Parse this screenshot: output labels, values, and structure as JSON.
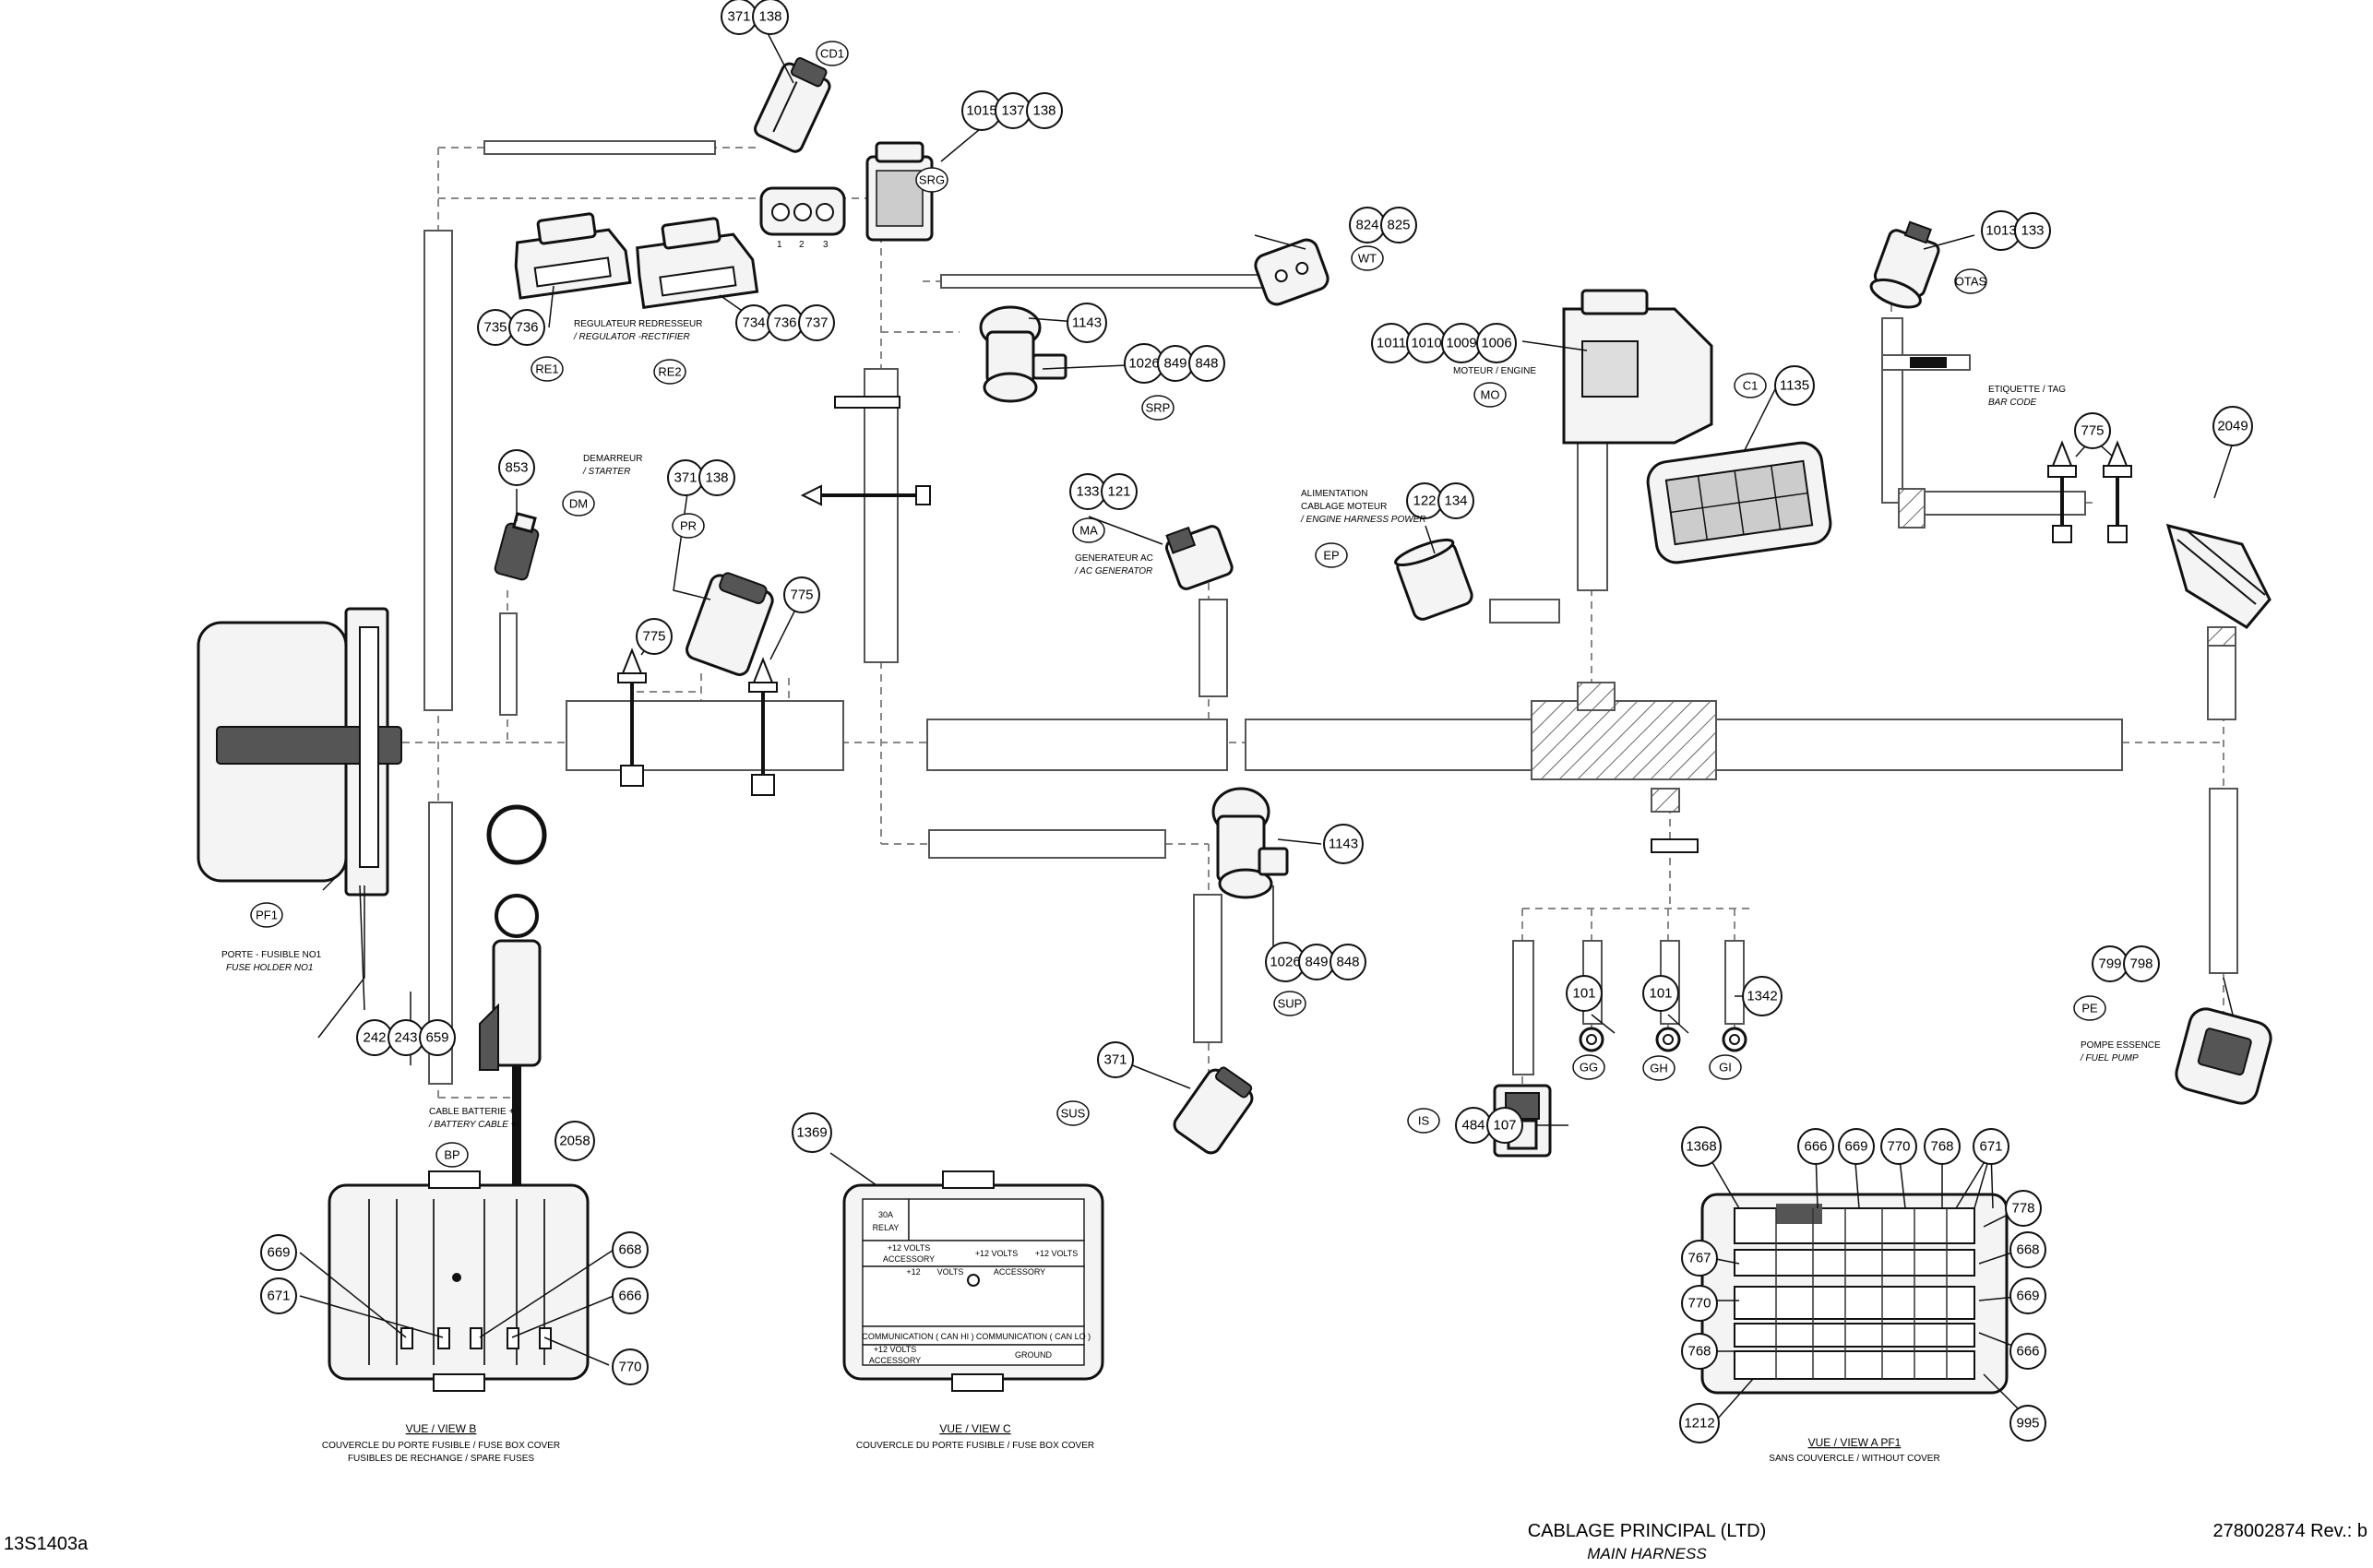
{
  "footer": {
    "left_code": "13S1403a",
    "title": "CABLAGE PRINCIPAL (LTD)",
    "subtitle": "MAIN HARNESS",
    "right_code": "278002874 Rev.: b"
  },
  "notes": {
    "regulateur_fr": "REGULATEUR -",
    "redresseur_fr": "REDRESSEUR",
    "regulateur_en": "/ REGULATOR -",
    "redresseur_en": "RECTIFIER",
    "demarreur_fr": "DEMARREUR",
    "demarreur_en": "/ STARTER",
    "moteur": "MOTEUR / ENGINE",
    "etiquette_fr": "ETIQUETTE / TAG",
    "etiquette_en": "BAR CODE",
    "alim1": "ALIMENTATION",
    "alim2": "CABLAGE MOTEUR",
    "alim3": "/ ENGINE HARNESS POWER",
    "gen_fr": "GENERATEUR AC",
    "gen_en": "/ AC GENERATOR",
    "porte_fr": "PORTE - FUSIBLE NO1",
    "porte_en": "FUSE HOLDER NO1",
    "cable_fr": "CABLE BATTERIE +",
    "cable_en": "/ BATTERY CABLE +",
    "pompe_fr": "POMPE ESSENCE",
    "pompe_en": "/ FUEL PUMP",
    "view_b": "VUE / VIEW B",
    "view_b_s1": "COUVERCLE DU PORTE FUSIBLE / FUSE BOX COVER",
    "view_b_s2": "FUSIBLES DE RECHANGE / SPARE FUSES",
    "view_c": "VUE / VIEW C",
    "view_c_s1": "COUVERCLE DU PORTE FUSIBLE / FUSE BOX COVER",
    "view_a": "VUE / VIEW A    PF1",
    "view_a_s1": "SANS COUVERCLE / WITHOUT COVER",
    "pin1": "1",
    "pin2": "2",
    "pin3": "3"
  },
  "fusebox_c": {
    "r1": "30A",
    "r1b": "RELAY",
    "r2a": "+12 VOLTS",
    "r2b": "ACCESSORY",
    "r2c": "+12 VOLTS",
    "r2d": "+12 VOLTS",
    "r3a": "+12",
    "r3b": "VOLTS",
    "r3c": "ACCESSORY",
    "r4a": "COMMUNICATION ( CAN HI )",
    "r4b": "COMMUNICATION ( CAN LO )",
    "r5a": "+12 VOLTS",
    "r5b": "ACCESSORY",
    "r5c": "GROUND"
  },
  "connector_labels": [
    "CD1",
    "SRG",
    "WT",
    "RE1",
    "RE2",
    "SRP",
    "OTAS",
    "MO",
    "C1",
    "DM",
    "PR",
    "MA",
    "EP",
    "PF1",
    "SUP",
    "PE",
    "SUS",
    "IS",
    "GG",
    "GH",
    "GI",
    "BP"
  ],
  "bubble_groups": [
    [
      "371",
      "138"
    ],
    [
      "1015",
      "137",
      "138"
    ],
    [
      "824",
      "825"
    ],
    [
      "735",
      "736"
    ],
    [
      "734",
      "736",
      "737"
    ],
    [
      "1143"
    ],
    [
      "1026",
      "849",
      "848"
    ],
    [
      "1013",
      "133"
    ],
    [
      "1011",
      "1010",
      "1009",
      "1006"
    ],
    [
      "1135"
    ],
    [
      "775"
    ],
    [
      "2049"
    ],
    [
      "853"
    ],
    [
      "371",
      "138"
    ],
    [
      "775"
    ],
    [
      "775"
    ],
    [
      "133",
      "121"
    ],
    [
      "122",
      "134"
    ],
    [
      "1143"
    ],
    [
      "1026",
      "849",
      "848"
    ],
    [
      "242",
      "243",
      "659"
    ],
    [
      "2058"
    ],
    [
      "371"
    ],
    [
      "101"
    ],
    [
      "101"
    ],
    [
      "1342"
    ],
    [
      "484",
      "107"
    ],
    [
      "799",
      "798"
    ],
    [
      "1369"
    ],
    [
      "1368"
    ],
    [
      "666"
    ],
    [
      "669"
    ],
    [
      "770"
    ],
    [
      "768"
    ],
    [
      "671"
    ],
    [
      "778"
    ],
    [
      "767"
    ],
    [
      "668"
    ],
    [
      "770"
    ],
    [
      "669"
    ],
    [
      "768"
    ],
    [
      "666"
    ],
    [
      "1212"
    ],
    [
      "995"
    ],
    [
      "669"
    ],
    [
      "671"
    ],
    [
      "668"
    ],
    [
      "666"
    ],
    [
      "770"
    ]
  ]
}
